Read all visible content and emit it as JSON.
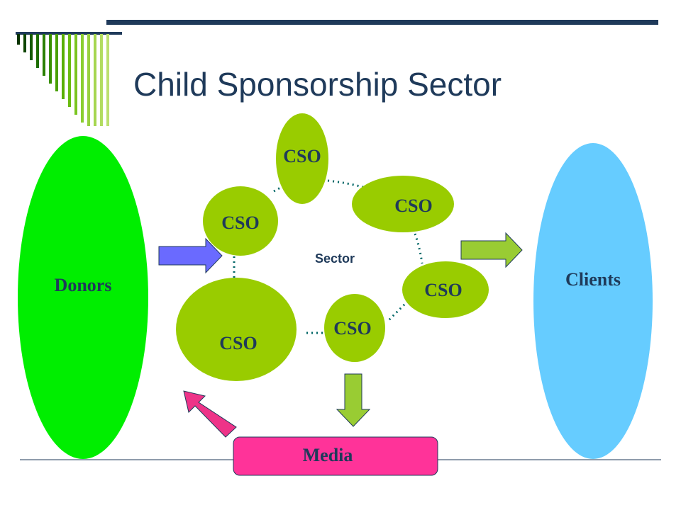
{
  "slide": {
    "title": "Child Sponsorship Sector"
  },
  "diagram": {
    "donors_label": "Donors",
    "clients_label": "Clients",
    "sector_label": "Sector",
    "media_label": "Media",
    "cso_label": "CSO",
    "colors": {
      "title": "#1F3A5A",
      "donors_fill": "#00EE00",
      "clients_fill": "#66CCFF",
      "cso_fill": "#99CC00",
      "media_fill": "#FF3399",
      "arrow_in_fill": "#6A6AFF",
      "arrow_out_fill": "#99CC33",
      "arrow_media_fill": "#EE3388",
      "dotted_ring": "#006666",
      "label_text": "#1F3A5A"
    }
  }
}
